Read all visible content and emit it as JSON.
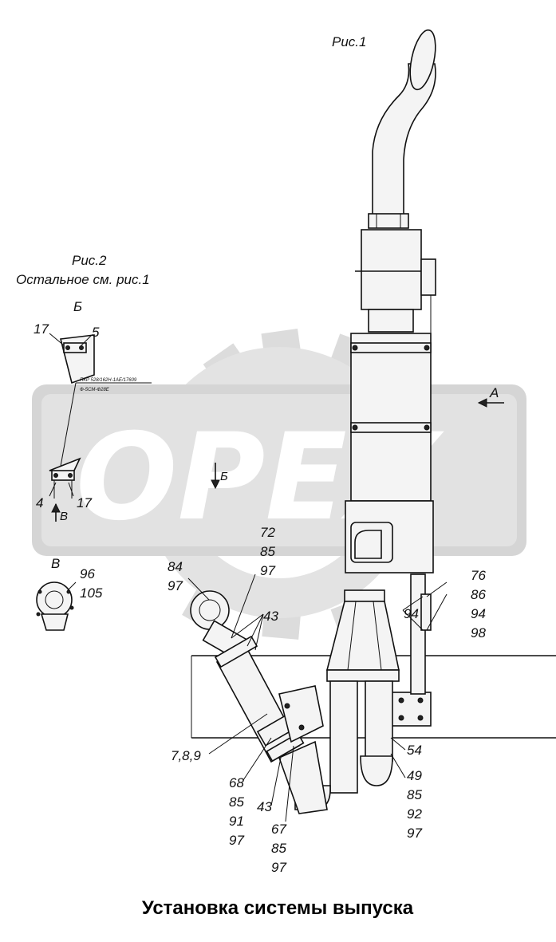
{
  "figure": {
    "fig1_title": "Рис.1",
    "fig2_title": "Рис.2",
    "fig2_note": "Остальное см. рис.1",
    "view_b": "Б",
    "view_v": "В",
    "arrow_a": "А",
    "arrow_b": "Б",
    "arrow_v": "В",
    "small_note_1": "ПКР 528/162Н-1АЕ/17609",
    "small_note_2": "Ф-5СМ-Ф28Е",
    "watermark": "OPEX",
    "caption": "Установка системы выпуска"
  },
  "callouts": {
    "c17a": "17",
    "c5": "5",
    "c4": "4",
    "c17b": "17",
    "c96": "96",
    "c105": "105",
    "c72": "72",
    "c85a": "85",
    "c97a": "97",
    "c84": "84",
    "c97b": "97",
    "c43a": "43",
    "c76": "76",
    "c86": "86",
    "c94a": "94",
    "c98": "98",
    "c94b": "94",
    "c789": "7,8,9",
    "c68": "68",
    "c85b": "85",
    "c91": "91",
    "c97c": "97",
    "c43b": "43",
    "c67": "67",
    "c85c": "85",
    "c97d": "97",
    "c54": "54",
    "c49": "49",
    "c85d": "85",
    "c92": "92",
    "c97e": "97"
  },
  "colors": {
    "ink": "#111111",
    "watermark_gray": "#d9d9d9",
    "paper": "#ffffff"
  }
}
